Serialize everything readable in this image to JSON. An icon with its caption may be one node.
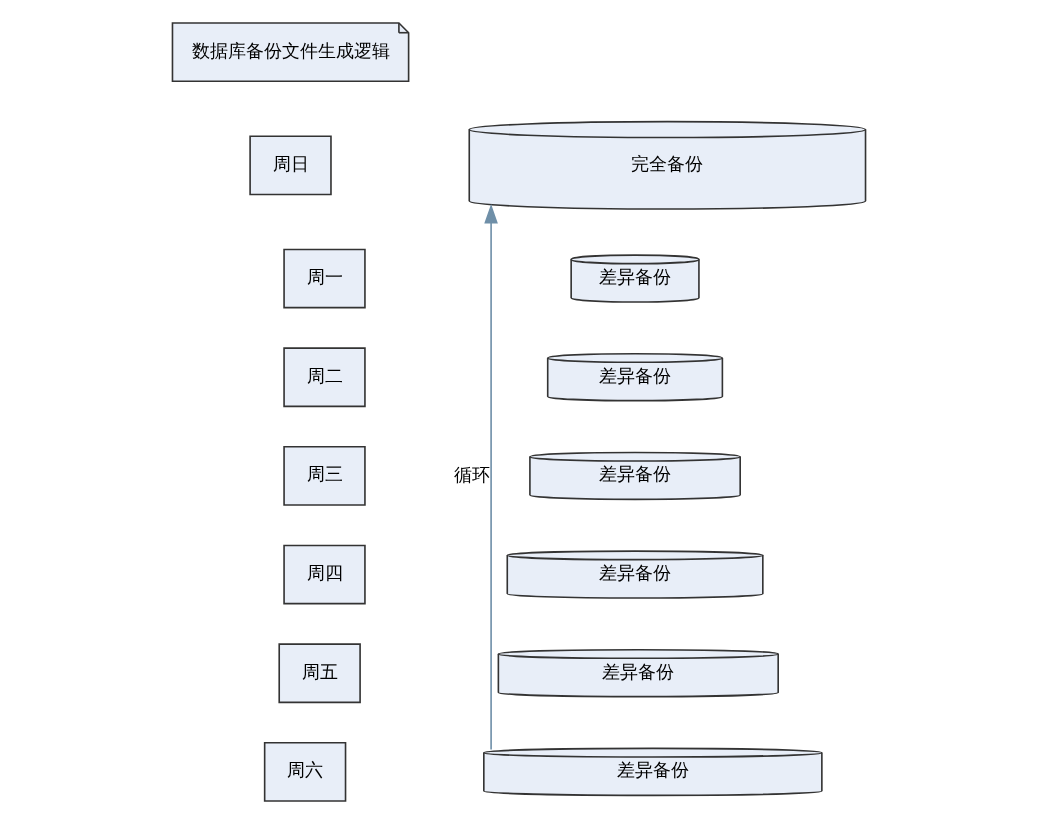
{
  "diagram": {
    "nodes": [
      {
        "text": [
          "数据库备份文件生成逻辑"
        ]
      },
      {
        "text": [
          "周日"
        ]
      },
      {
        "text": [
          "完全备份"
        ]
      },
      {
        "text": [
          "周一"
        ]
      },
      {
        "text": [
          "差异备份"
        ]
      },
      {
        "text": [
          "周二"
        ]
      },
      {
        "text": [
          "差异备份"
        ]
      },
      {
        "text": [
          "周三"
        ]
      },
      {
        "text": [
          "差异备份"
        ]
      },
      {
        "text": [
          "周四"
        ]
      },
      {
        "text": [
          "差异备份"
        ]
      },
      {
        "text": [
          "周五"
        ]
      },
      {
        "text": [
          "差异备份"
        ]
      },
      {
        "text": [
          "周六"
        ]
      },
      {
        "text": [
          "差异备份"
        ]
      }
    ],
    "edges": [
      {
        "from": 14,
        "to": 2,
        "arrow": "to",
        "label": "循环"
      }
    ]
  }
}
